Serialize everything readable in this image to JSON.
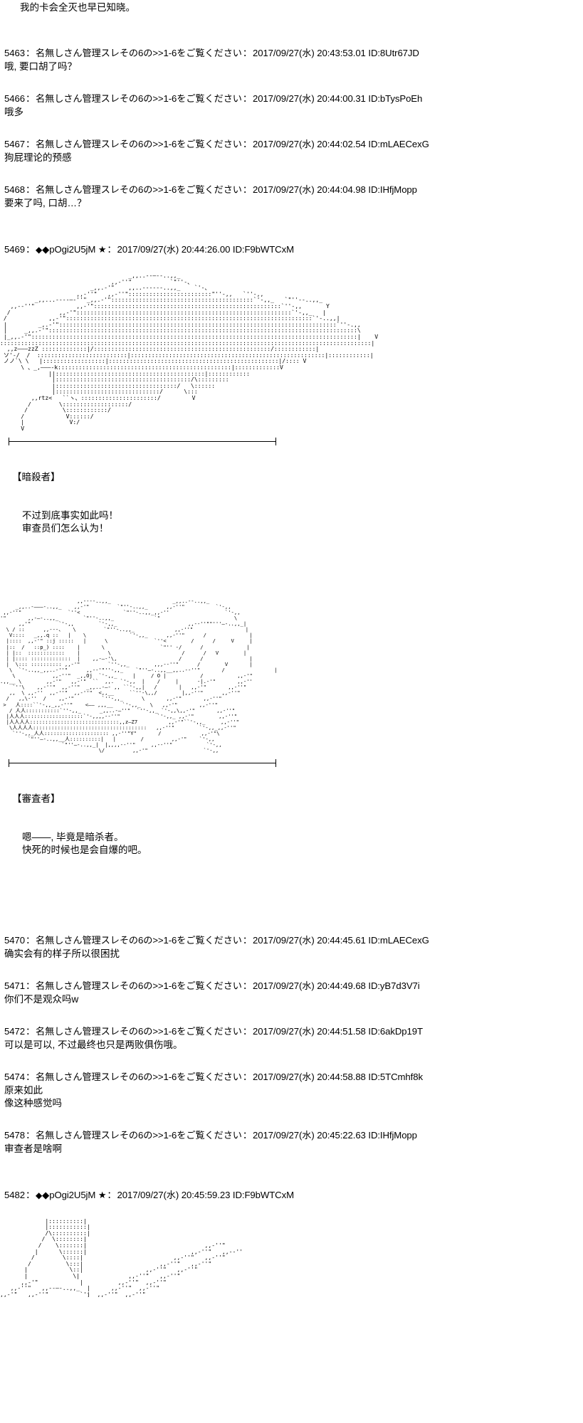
{
  "orphan_text": "我的卡会全灭也早已知晓。",
  "common": {
    "anon_name": "名無しさん管理スレその6の>>1-6をご覧ください",
    "op_name_diamond": "◆pOgi2U5jM",
    "op_name_star": "★",
    "colon": "：",
    "date_prefix": "2017/09/27(水)"
  },
  "posts": [
    {
      "num": "5463",
      "name": "名無しさん管理スレその6の>>1-6をご覧ください",
      "date": "2017/09/27(水) 20:43:53.01",
      "id": "ID:8Utr67JD",
      "body": "哦, 要口胡了吗？"
    },
    {
      "num": "5466",
      "name": "名無しさん管理スレその6の>>1-6をご覧ください",
      "date": "2017/09/27(水) 20:44:00.31",
      "id": "ID:bTysPoEh",
      "body": "哦多"
    },
    {
      "num": "5467",
      "name": "名無しさん管理スレその6の>>1-6をご覧ください",
      "date": "2017/09/27(水) 20:44:02.54",
      "id": "ID:mLAECexG",
      "body": "狗屁理论的预感"
    },
    {
      "num": "5468",
      "name": "名無しさん管理スレその6の>>1-6をご覧ください",
      "date": "2017/09/27(水) 20:44:04.98",
      "id": "ID:IHfjMopp",
      "body": "要来了吗, 口胡…？"
    }
  ],
  "op_post_1": {
    "num": "5469",
    "name_diamond": "◆pOgi2U5jM",
    "name_star": "★",
    "date": "2017/09/27(水) 20:44:26.00",
    "id": "ID:F9bWTCxM"
  },
  "aa_art_1": "                                     _,,..--―‐-..,,_\n                                ,,-''\"           `\"''-、\n                          _,,.-'\"    ,,..--‐‐--..,,_    `'-、\n                      ,,-''\"   ,,-''\"::::::::::::::::::::::::\"''-,,   `''-,,\n          _,,...----―‐''\"_,,.-'\":::::::::::::::::::::::::::::::::::::::::`'-,,_   `\"''‐-..,,_\n   ,,-‐''\"            ,,-'\"::::::::::::::::::::::::::::::::::::::::::::::::::::::`''-,,       Y\n  /              ,,-'\"::::::::::::::::::::::::::::::::::::::::::::::::::::::::::::::`'-,,_   |\n /            ,,-'\":::::::::::::::::::::::::::::::::::::::::::::::::::::::::::::::::::::::`'-..,,|\n |         _,.-'\"::::::::::::::::::::::::::::::::::::::::::::::::::::::::::::::::::::::::::::::::`''-.,,\n |     _,,.-'\":::::::::::::::::::::::::::::::::::::::::::::::::::::::::::::::::::::::::::::::::::::::::\\\n |_,,.-'\"::::::::::::::::::::::::::::::::::::::::::::::::::::::::::::::::::::::::::::::::::::::::::::::|    V\n:::::::::::::::::::::::::::::::::::::::::::::::::::::::::::::::::::::::::::::::::::::::::::::::::::::::::::|\n  ,,z―――zzZ :::::::::::::|/:::::::::::::::::::::::::::::::::::::::::::::::::::/::::::::::::|\n ソ'-/  /  ::::::::::::::::::::::::::|::::::::::::::::::::::::::::::::::::::::::::::::::::::::|::::::::::::|\n ノノ`\\ \\   |::::::::::::::::::|:::::::::::::::::::::::::::::::::::::::::::::::::|/:::: V\n      \\ 、_,―――‐k::::::::::::::::::::::::::::::::::::::::::::::::::|:::::::::::::V\n              ||:::::::::::::::::::::::::::::::::::::::::::|::::::::::::\n               |:::::::::::::::::::::::::::::::::::::::/\\:::::::::\n               |:::::::::::::::::::::::::::::::::::/   \\::::::\n               |::::::::::::::::::::::::::::::/      \\:::\n         ,,rtz<   ``ヽ、::::::::::::::::::::::/         V\n        /        \\:::::::::::::::::::/\n       /          \\::::::::::::/\n      /            V::::::/\n      |             V:/\n      V",
  "dialogue_1": {
    "speaker": "【暗殺者】",
    "lines": "不过到底事实如此吗！\n审查员们怎么认为！"
  },
  "aa_art_2": "                         ,,-‐‐-..,,_                    _,,..--..,,_\n     _,,..-―――-..,,_    ,,-'\"         `\"''-..,,_      ,,-''\"          `'-,,\n ,,-''\"               `''<              `\"''-..,,_,,-''                  `'-,,\n'\"       ,,-―-..,,_        `\"''-..,,_             `\"                        \\\n      ,,'\"         `'-,,        `'-,,_                       ,,-‐''\"\"'''―-..,,_|\n  \\ / ::      ,,-‐‐、   \\         `\"''-..,,_             ,,-''\"                 |\n   V::::   _,,.q ::   |    \\              `'-,,_      ,,-''\"      /              |\n  |::::  ,,-'\" ::j :::::   |      \\               `''<        /      /     V     |\n  |::  /   ::p_) ::::    |       \\                  `\"'' -/      /              |\n  | |::  ::::::::::::    |         \\                       /      /   V        |\n  | |:::: :::::::::::::  |    ,,-―-'\\,                    /      /               |\n  |  \\::: :::::::::: ,,-'\"         `''-,,_        ,,,-‐''\"      /        V       |\n   \\  `'-..,,_,,..-''\"      ,,-‐'\"''-,,_    `\"''―-..,,__,,..-‐''\"       /                |\n    \\            ,,-''\"  _,,Oj  `'-,,_     |     / O |           /           ,,-'\"\n.,,__ \\        ,,-'\"   ,,-'\"  ``  ,,.  `'-,,  |    /     |      -|.-'\"       ,,-''\n    `''\\    ,,-''\"  ,,-''\"  _,,..-―- ,, ``'-,,|   /       |   ,,-'\"       ,,-''\"\n   ,,  \\ ,,-''  ,,-''\"  ,,-''\"  <,,__     ``''-\\,,/        |,,-''\"      ,,-''\"\n  /   ,,\\-''  /    ,,-'\"         `''-,,_      \\       ,,-'\"       ,,-''\"\n >   人::::``'-,,_,,-''\"    <―― ,,,__   `'-,,_   \\   ,,-'\"       ,,-''\"\n   / 人人:::::::::::`''-,,_      _,,..-―''\"  `''-,,_ `'-,,\\,,-'\"       ,,-''\"\n  |人人人:::::::::::::::::::`'-,,,,-‐''\"            `'-,,_ ,,-'\"        ,,-''\"\n  |人人人人:::::::::::::::::::::::::::::,,z―Z7          ,,-'\"``'-,,_     ,,-''\"\n   \\人人人人:::::::::::::::::::::::::::::::::::::   ,,-''\"        `'-,,_,,-''\"\n    `''-,,_人人::::::::::::::::::::: ,,-''\"Y\"       /             ,,-'\"\\\n         `\"''―-..,,__人::::::::::|   |        /         ,,-'\"    `'-,,\n                    `\"''―-..,,_|  |,,,,-‐''\"     ,,-‐''\"           `'-,,\n                                \\/         ,,-'\"                  `'-,,",
  "dialogue_2": {
    "speaker": "【審査者】",
    "lines": "嗯——, 毕竟是暗杀者。\n快死的时候也是会自爆的吧。"
  },
  "posts_2": [
    {
      "num": "5470",
      "name": "名無しさん管理スレその6の>>1-6をご覧ください",
      "date": "2017/09/27(水) 20:44:45.61",
      "id": "ID:mLAECexG",
      "body": "确实会有的样子所以很困扰"
    },
    {
      "num": "5471",
      "name": "名無しさん管理スレその6の>>1-6をご覧ください",
      "date": "2017/09/27(水) 20:44:49.68",
      "id": "ID:yB7d3V7i",
      "body": "你们不是观众吗w"
    },
    {
      "num": "5472",
      "name": "名無しさん管理スレその6の>>1-6をご覧ください",
      "date": "2017/09/27(水) 20:44:51.58",
      "id": "ID:6akDp19T",
      "body": "可以是可以, 不过最终也只是两败俱伤哦。"
    },
    {
      "num": "5474",
      "name": "名無しさん管理スレその6の>>1-6をご覧ください",
      "date": "2017/09/27(水) 20:44:58.88",
      "id": "ID:5TCmhf8k",
      "body": "原来如此\n像这种感觉吗"
    },
    {
      "num": "5478",
      "name": "名無しさん管理スレその6の>>1-6をご覧ください",
      "date": "2017/09/27(水) 20:45:22.63",
      "id": "ID:IHfjMopp",
      "body": "审查者是啥啊"
    }
  ],
  "op_post_2": {
    "num": "5482",
    "name_diamond": "◆pOgi2U5jM",
    "name_star": "★",
    "date": "2017/09/27(水) 20:45:59.23",
    "id": "ID:F9bWTCxM"
  },
  "aa_art_3": "             |::::::::::|\n             |:::::::::::|\n             /\\::::::::::|\n            /  \\::::::::|\n           /    \\:::::::|                                  ,,-''\"\n          |      \\::::::|                              ,,-''\"   ,,-‐''\n         /        \\::::|                          ,,-''\"   ,,-''\"\n        /          \\:::|                      ,,-''\"   ,,-''\"\n       |            \\::|                  ,,-''\"   ,,-''\"\n       |             \\|              ,,-''\"   ,,-''\"\n      ,,-'\"            |          ,,-''\"  ,,-''\"\n   ,,-''\"   ,,-‐―-..,,_  |      ,,-''\"  ,,-''\"\n,,-'\"   ,,-''\"         `'j  ,,-''\"  ,,-''\""
}
